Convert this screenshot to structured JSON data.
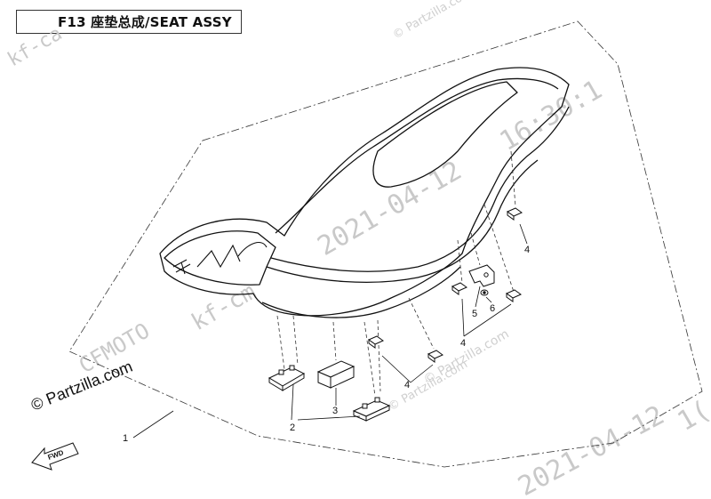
{
  "diagram": {
    "title": "F13 座垫总成/SEAT ASSY",
    "callouts": [
      "1",
      "2",
      "3",
      "4",
      "4",
      "4",
      "5",
      "6"
    ],
    "fwd_label": "FWD",
    "brand_watermark": "© Partzilla.com",
    "watermarks": {
      "corner_top": "kf-ca",
      "corner_mid": "CFMOTO",
      "kf": "kf-cm",
      "date_main": "2021-04-12",
      "time_main": "16:30:1",
      "date_bottom": "2021-04-12",
      "partzilla_small_top": "© Partzilla.com",
      "partzilla_small_mid": "© Partzilla.com",
      "partzilla_small_bottom": "© Partzilla.com",
      "edge_right": "1("
    }
  }
}
